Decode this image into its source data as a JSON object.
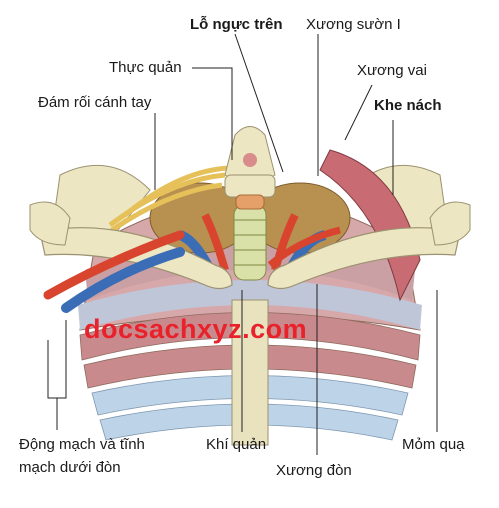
{
  "labels": {
    "superior_thoracic_aperture": "Lỗ ngực trên",
    "first_rib": "Xương sườn I",
    "esophagus": "Thực quản",
    "scapula": "Xương vai",
    "brachial_plexus": "Đám rối cánh tay",
    "axillary_inlet": "Khe nách",
    "subclavian_vessels": "Động mạch và tĩnh mạch dưới đòn",
    "trachea": "Khí quản",
    "coracoid_process": "Mỏm quạ",
    "clavicle": "Xương đòn"
  },
  "watermark": "docsachxyz.com",
  "colors": {
    "bone": "#ece6c2",
    "bone_shadow": "#c8bf91",
    "cartilage": "#b8d2e8",
    "rib_muscle": "#c98a8e",
    "artery": "#d9442e",
    "vein": "#3a6db5",
    "nerve": "#f2d36b",
    "lung_apex": "#b89050",
    "watermark": "#e8212b"
  }
}
